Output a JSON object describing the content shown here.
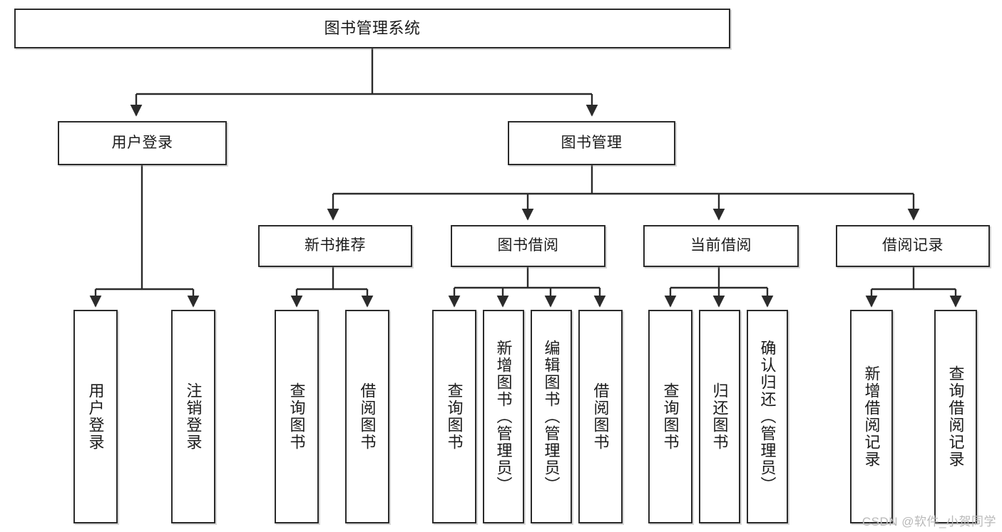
{
  "diagram": {
    "title": "图书管理系统",
    "type": "tree-hierarchy-chart",
    "watermark": "CSDN @软件_小贺同学",
    "colors": {
      "stroke": "#2b2b2b",
      "fill": "#ffffff",
      "text": "#1b1b1b",
      "watermark": "#b9b9b9"
    },
    "nodes": {
      "root": "图书管理系统",
      "level2": {
        "user_login": "用户登录",
        "book_manage": "图书管理"
      },
      "level3": {
        "new_book_rec": "新书推荐",
        "book_borrow": "图书借阅",
        "current_borrow": "当前借阅",
        "borrow_record": "借阅记录"
      },
      "leaves": {
        "user_login_1": "用户登录",
        "user_login_2": "注销登录",
        "new_book_rec_1": "查询图书",
        "new_book_rec_2": "借阅图书",
        "book_borrow_1": "查询图书",
        "book_borrow_2": "新增图书（管理员）",
        "book_borrow_3": "编辑图书（管理员）",
        "book_borrow_4": "借阅图书",
        "current_borrow_1": "查询图书",
        "current_borrow_2": "归还图书",
        "current_borrow_3": "确认归还（管理员）",
        "borrow_record_1": "新增借阅记录",
        "borrow_record_2": "查询借阅记录"
      }
    }
  }
}
